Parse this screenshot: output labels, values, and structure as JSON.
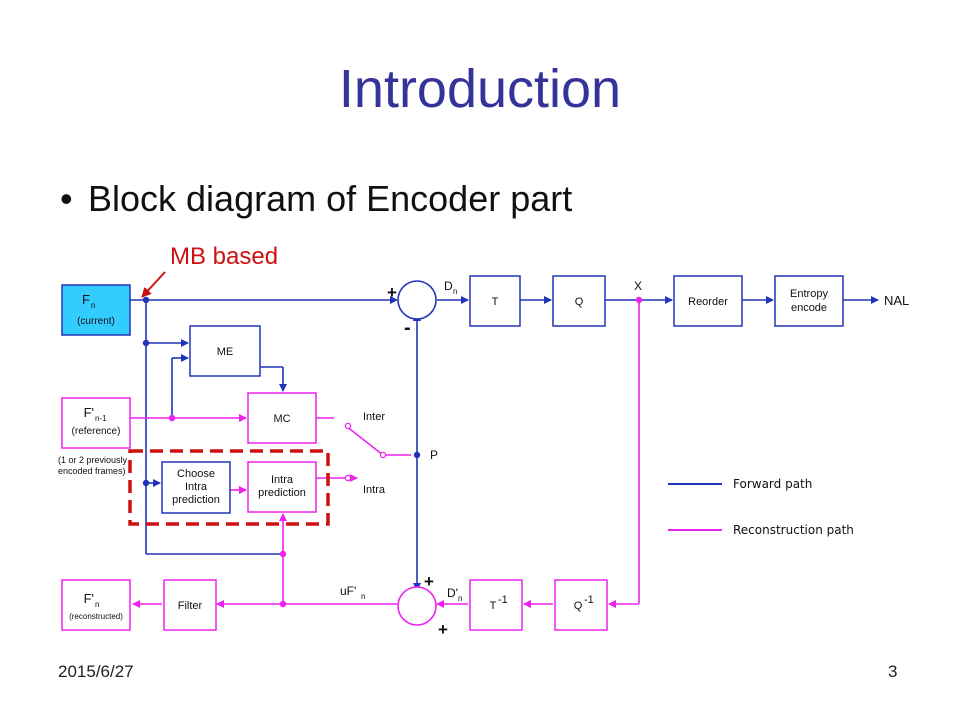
{
  "slide": {
    "title": "Introduction",
    "bullet": "Block diagram of Encoder part",
    "annotation": "MB based",
    "date": "2015/6/27",
    "page_number": "3"
  },
  "diagram": {
    "blocks": {
      "fn_current": {
        "line1": "F",
        "sub1": "n",
        "line2": "(current)"
      },
      "fn1_reference": {
        "line1": "F'",
        "sub1": "n-1",
        "line2": "(reference)"
      },
      "fn_reconstructed": {
        "line1": "F'",
        "sub1": "n",
        "line2": "(reconstructed)"
      },
      "me": "ME",
      "mc": "MC",
      "choose_intra": [
        "Choose",
        "Intra",
        "prediction"
      ],
      "intra_pred": [
        "Intra",
        "prediction"
      ],
      "filter": "Filter",
      "t": "T",
      "q": "Q",
      "reorder": "Reorder",
      "entropy": [
        "Entropy",
        "encode"
      ],
      "tinv": {
        "base": "T",
        "sup": "-1"
      },
      "qinv": {
        "base": "Q",
        "sup": "-1"
      }
    },
    "labels": {
      "nal": "NAL",
      "x": "X",
      "dn": {
        "base": "D",
        "sub": "n"
      },
      "dn_prime": {
        "base": "D'",
        "sub": "n"
      },
      "ufn": {
        "base": "uF'",
        "sub": "n"
      },
      "p": "P",
      "inter": "Inter",
      "intra": "Intra",
      "plus_top": "+",
      "minus": "-",
      "plus_bottom1": "+",
      "plus_bottom2": "+",
      "prev_frames": [
        "(1 or 2 previously",
        "encoded frames)"
      ]
    },
    "legend": [
      {
        "label": "Forward path",
        "color": "#2233bb"
      },
      {
        "label": "Reconstruction path",
        "color": "#ee22ee"
      }
    ],
    "colors": {
      "forward": "#2233bb",
      "reconstruction": "#ee22ee",
      "highlight": "#cc1111",
      "fn_fill": "#33ccff"
    }
  }
}
